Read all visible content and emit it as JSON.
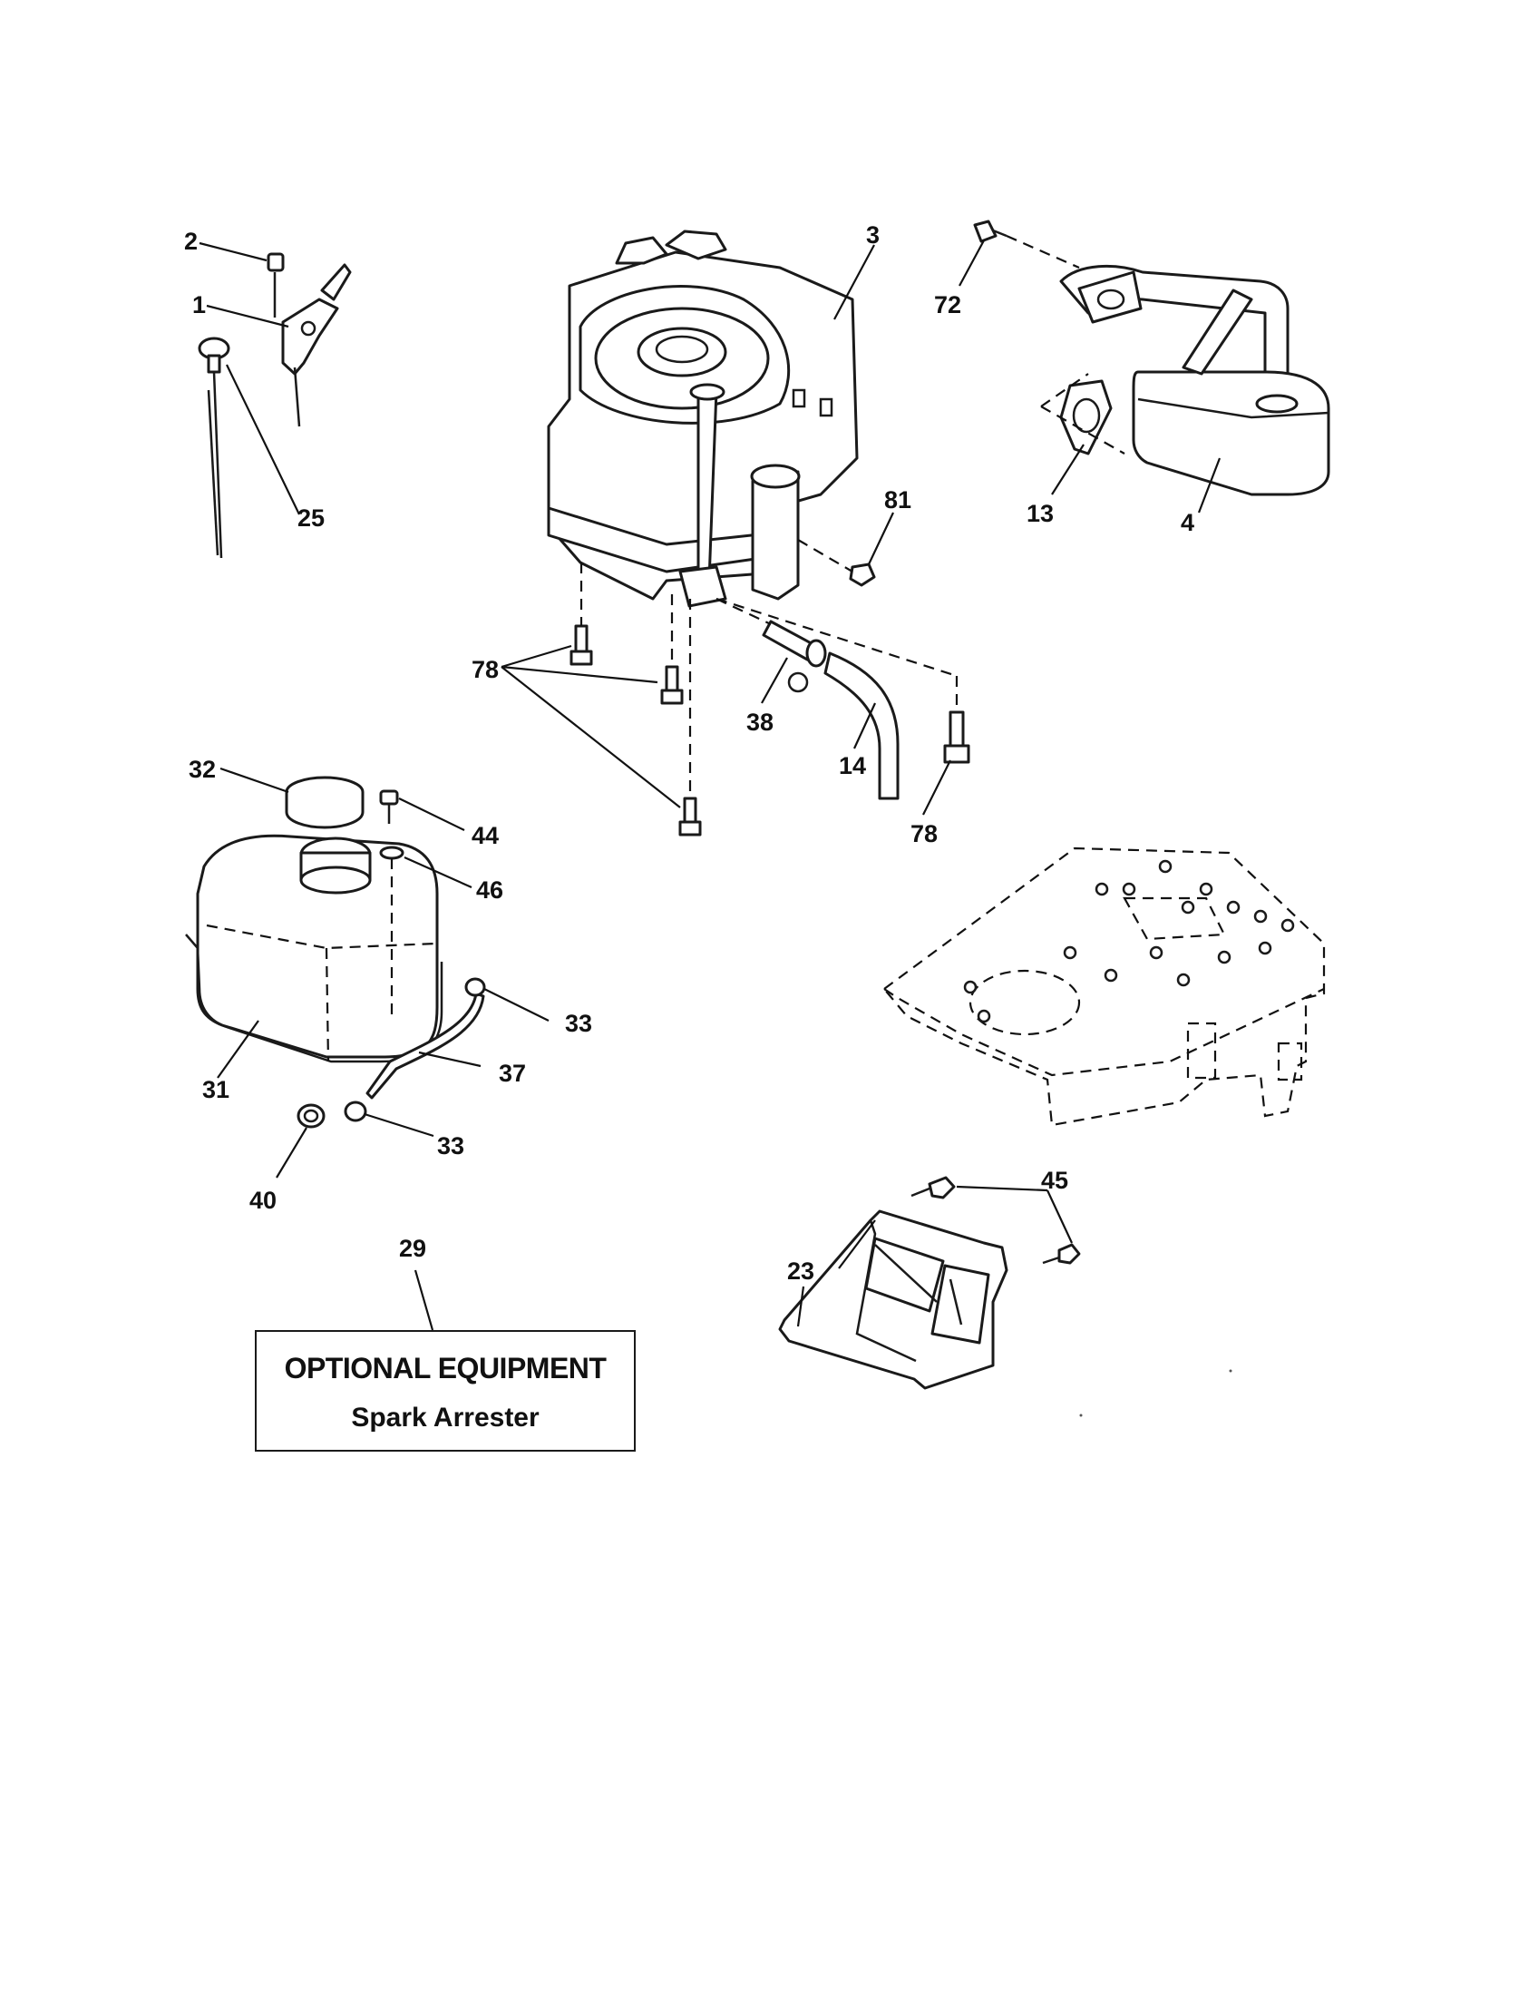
{
  "callouts": {
    "p1": "1",
    "p2": "2",
    "p3": "3",
    "p4": "4",
    "p13": "13",
    "p14": "14",
    "p23": "23",
    "p25": "25",
    "p29": "29",
    "p31": "31",
    "p32": "32",
    "p33a": "33",
    "p33b": "33",
    "p37": "37",
    "p38": "38",
    "p40": "40",
    "p44": "44",
    "p45": "45",
    "p46": "46",
    "p72": "72",
    "p78a": "78",
    "p78b": "78",
    "p81": "81"
  },
  "optional_box": {
    "title": "OPTIONAL EQUIPMENT",
    "subtitle": "Spark Arrester"
  }
}
